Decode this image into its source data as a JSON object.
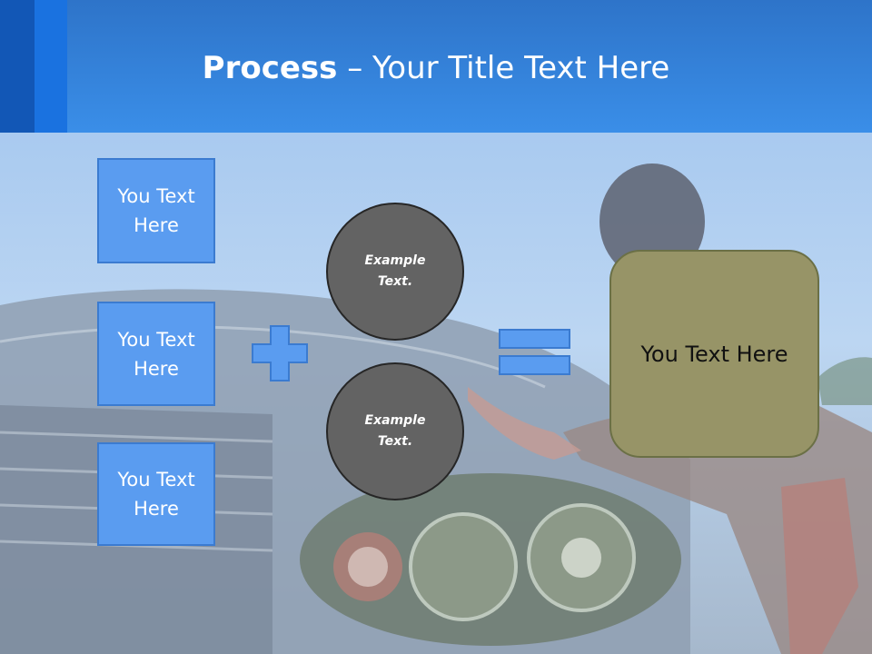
{
  "title": {
    "bold": "Process",
    "separator": " – ",
    "rest": "Your Title Text Here"
  },
  "inputs": [
    {
      "label": "You Text Here"
    },
    {
      "label": "You Text Here"
    },
    {
      "label": "You Text Here"
    }
  ],
  "circles": [
    {
      "label": "Example Text."
    },
    {
      "label": "Example Text."
    }
  ],
  "result": {
    "label": "You Text Here"
  },
  "icons": {
    "plus": "plus-icon",
    "equals": "equals-icon"
  },
  "colors": {
    "header": "#3a8ee8",
    "box_fill": "#5a9cf0",
    "circle_fill": "#636363",
    "result_fill": "#979467"
  }
}
